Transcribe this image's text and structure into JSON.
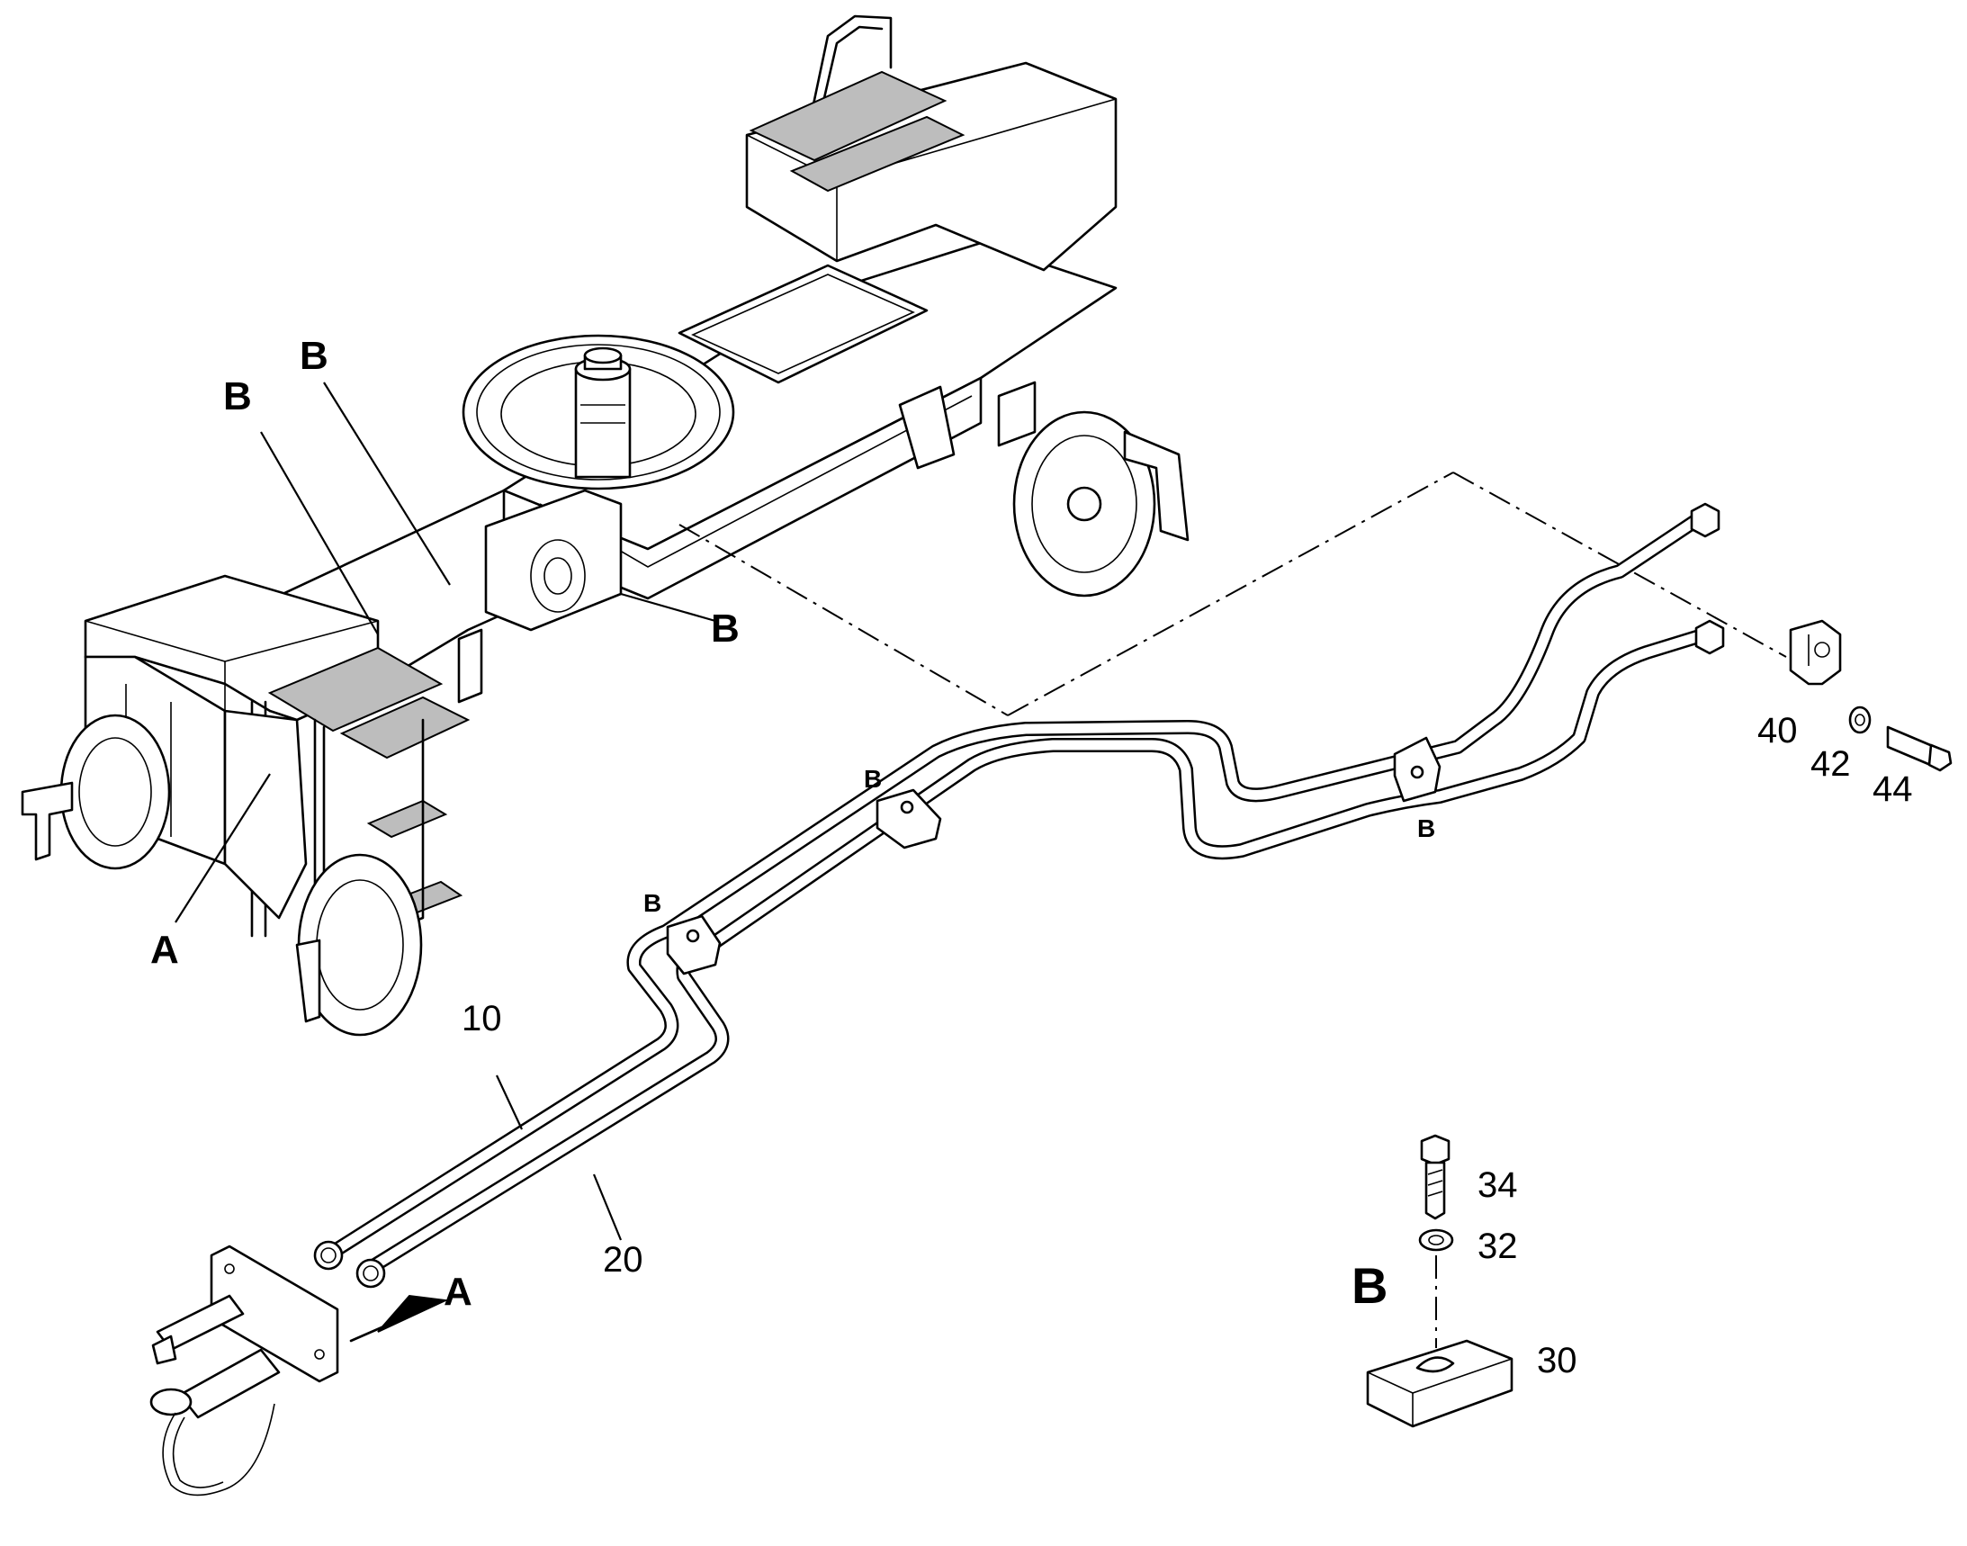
{
  "diagram": {
    "callouts": {
      "B_upper_left": "B",
      "B_upper_mid": "B",
      "B_frame_right": "B",
      "A_frame": "A",
      "B_clamp_1": "B",
      "B_clamp_2": "B",
      "B_clamp_3": "B",
      "A_arrow": "A",
      "B_detail": "B"
    },
    "part_numbers": {
      "p10": "10",
      "p20": "20",
      "p30": "30",
      "p32": "32",
      "p34": "34",
      "p40": "40",
      "p42": "42",
      "p44": "44"
    }
  }
}
